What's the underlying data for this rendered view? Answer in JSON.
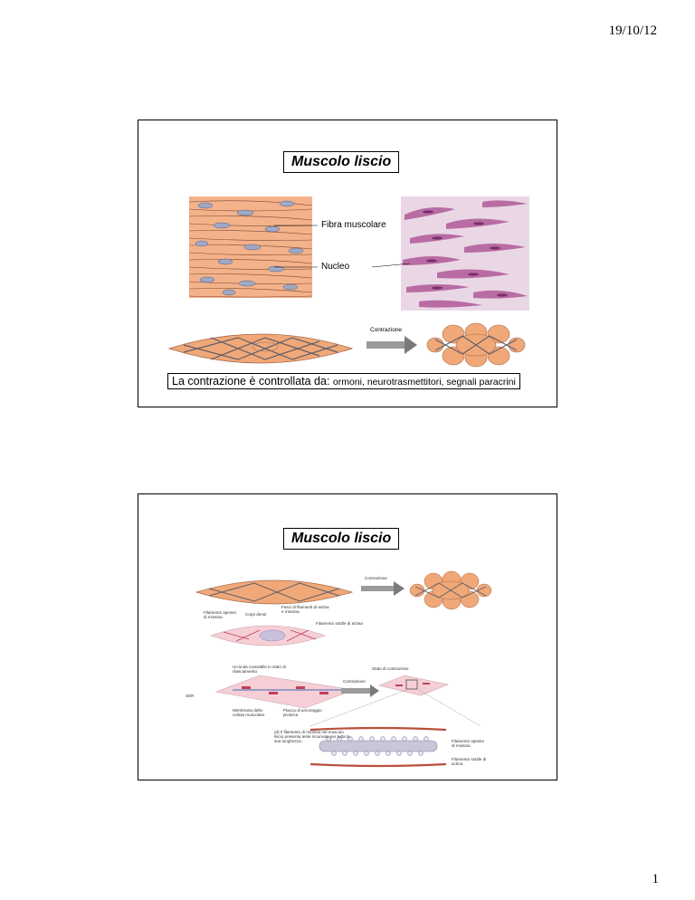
{
  "page": {
    "date": "19/10/12",
    "number": "1"
  },
  "slide1": {
    "title": "Muscolo liscio",
    "labels": {
      "fiber": "Fibra muscolare",
      "nucleus": "Nucleo",
      "contraction": "Contrazione"
    },
    "caption": {
      "main": "La contrazione è controllata da:",
      "detail": "ormoni, neurotrasmettitori, segnali paracrini"
    }
  },
  "slide2": {
    "title": "Muscolo liscio",
    "labels": {
      "contraction_top": "Contrazione",
      "thick_filament": "Filamento spesso di miosina",
      "dense_bodies": "Corpi densi",
      "bundle": "Fasci di filamenti di actina e miosina",
      "thin_filament": "Filamento sottile di actina",
      "relaxed_unit": "Un'unità contrattile in stato di rilasciamento",
      "contraction_state": "Stato di contrazione",
      "contraction_mid": "Contrazione",
      "membrane": "Membrana della cellula muscolare",
      "plaque": "Placca di ancoraggio proteica",
      "myosin_note": "(d) Il filamento di miosina nel muscolo liscio presenta teste incurvate per tutta la sua lunghezza.",
      "thick_filament_2": "Filamento spesso di miosina",
      "thin_filament_2": "Filamento sottile di actina",
      "ser": "SER"
    }
  }
}
